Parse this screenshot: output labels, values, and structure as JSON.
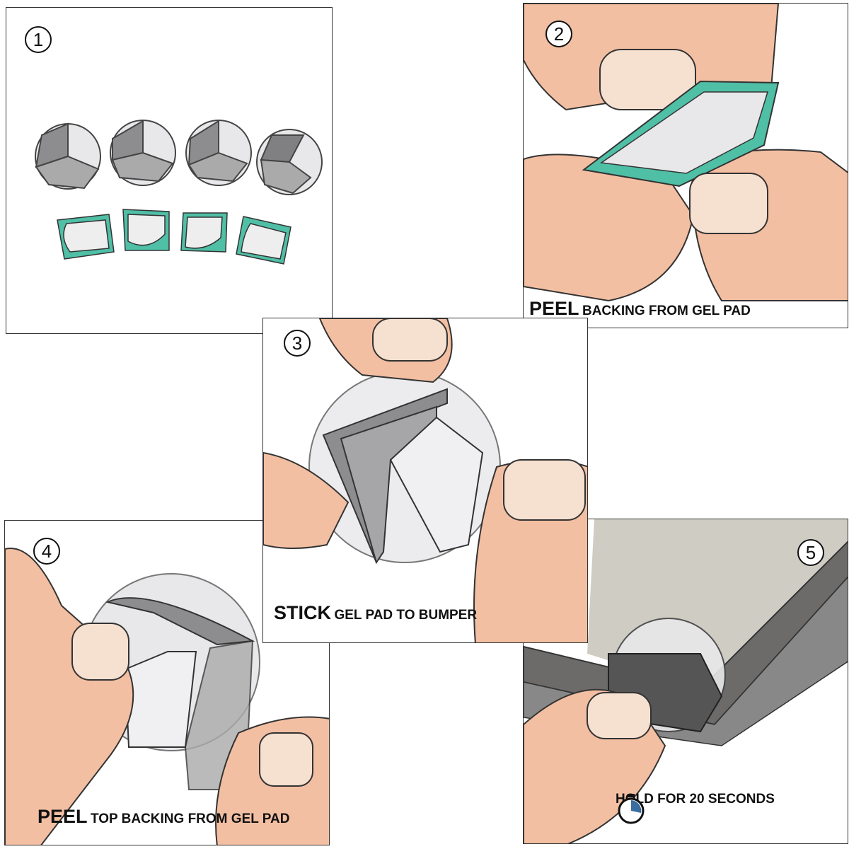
{
  "steps": [
    {
      "number": "1"
    },
    {
      "number": "2",
      "caption_bold": "PEEL",
      "caption_rest": "BACKING FROM GEL PAD"
    },
    {
      "number": "3",
      "caption_bold": "STICK",
      "caption_rest": "GEL PAD TO BUMPER"
    },
    {
      "number": "4",
      "caption_bold": "PEEL",
      "caption_rest": "TOP BACKING FROM GEL PAD"
    },
    {
      "number": "5",
      "caption_rest": "HOLD FOR 20 SECONDS",
      "icon": "stopwatch-icon"
    }
  ],
  "colors": {
    "skin": "#f3bfa2",
    "nail": "#f6e0d0",
    "teal": "#4fbfa6",
    "gray": "#9a9a9c",
    "dark": "#555"
  }
}
